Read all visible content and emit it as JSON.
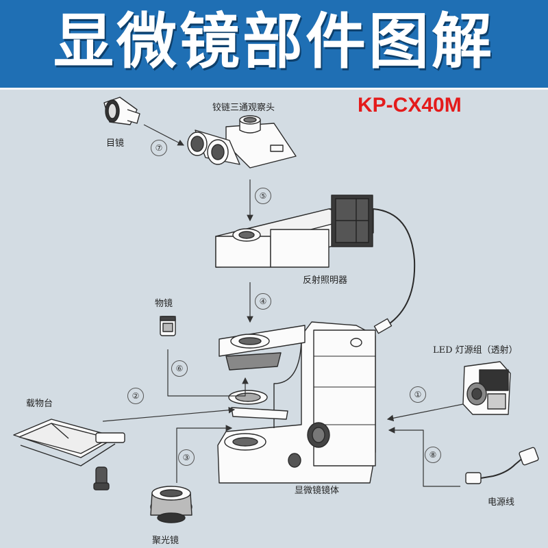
{
  "banner": {
    "title": "显微镜部件图解"
  },
  "model": "KP-CX40M",
  "labels": {
    "eyepiece": "目镜",
    "head": "铰链三通观察头",
    "reflector": "反射照明器",
    "objective": "物镜",
    "stage": "载物台",
    "led": "LED 灯源组（透射）",
    "body": "显微镜镜体",
    "condenser": "聚光镜",
    "power_cord": "电源线"
  },
  "steps": [
    "①",
    "②",
    "③",
    "④",
    "⑤",
    "⑥",
    "⑦",
    "⑧"
  ],
  "colors": {
    "banner": "#1f6fb4",
    "background": "#d3dce3",
    "model": "#e41b1b"
  }
}
